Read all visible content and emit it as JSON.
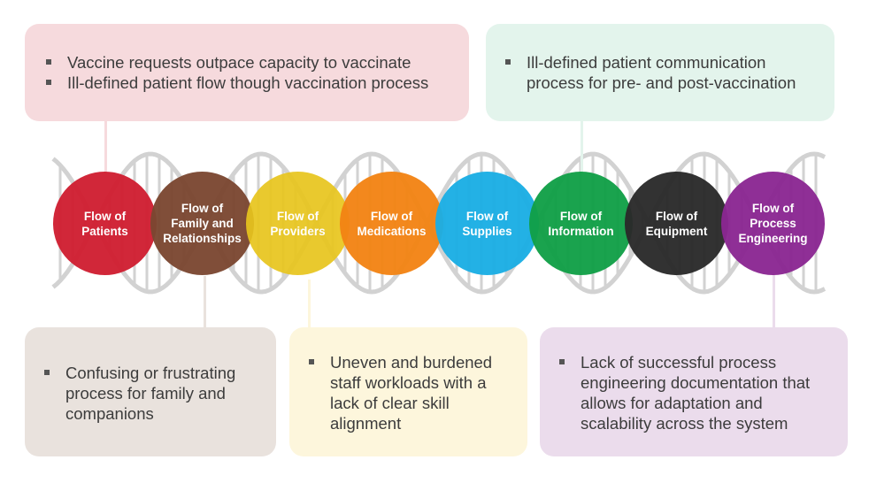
{
  "boxes": {
    "patients": {
      "bullets": [
        "Vaccine requests outpace capacity to vaccinate",
        "Ill-defined patient flow though vaccination process"
      ],
      "color": "#f6dadd"
    },
    "information": {
      "bullets": [
        "Ill-defined patient communication\nprocess for pre- and post-vaccination"
      ],
      "color": "#e3f4ec"
    },
    "family": {
      "bullets": [
        "Confusing or frustrating\nprocess for family and\ncompanions"
      ],
      "color": "#e9e2dd"
    },
    "providers": {
      "bullets": [
        "Uneven and burdened\nstaff workloads with a\nlack of clear skill\nalignment"
      ],
      "color": "#fdf6dc"
    },
    "process": {
      "bullets": [
        "Lack of successful process\nengineering documentation that\nallows for adaptation and\nscalability across the system"
      ],
      "color": "#ebdcec"
    }
  },
  "flows": [
    {
      "key": "patients",
      "label": "Flow of\nPatients",
      "color": "#d01f31"
    },
    {
      "key": "family",
      "label": "Flow of\nFamily and\nRelationships",
      "color": "#7b4731"
    },
    {
      "key": "providers",
      "label": "Flow of\nProviders",
      "color": "#e8c51d"
    },
    {
      "key": "medications",
      "label": "Flow of\nMedications",
      "color": "#f38414"
    },
    {
      "key": "supplies",
      "label": "Flow of\nSupplies",
      "color": "#1baee4"
    },
    {
      "key": "information",
      "label": "Flow of\nInformation",
      "color": "#11a047"
    },
    {
      "key": "equipment",
      "label": "Flow of\nEquipment",
      "color": "#2a2a2a"
    },
    {
      "key": "process",
      "label": "Flow of\nProcess\nEngineering",
      "color": "#8b2792"
    }
  ],
  "helix_color": "#d2d2d2"
}
